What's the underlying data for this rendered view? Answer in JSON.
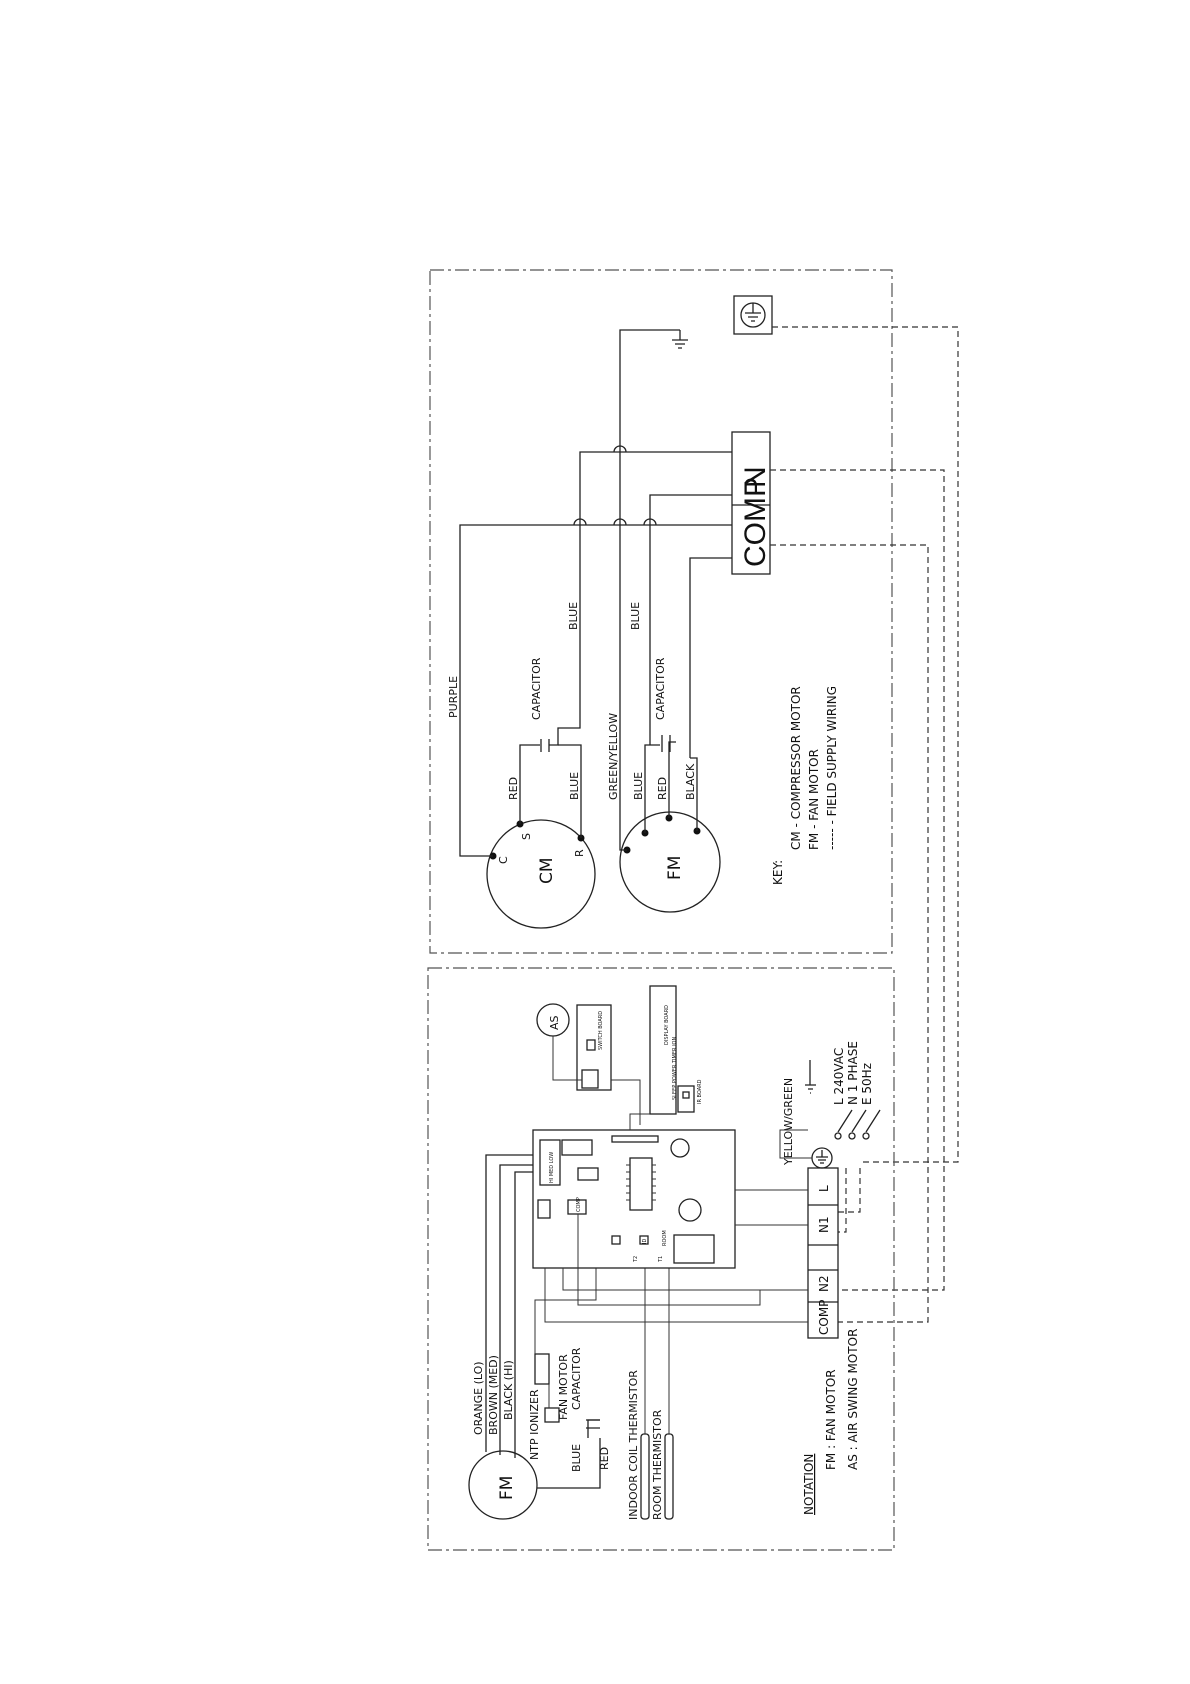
{
  "outdoor": {
    "cm_symbol": "CM",
    "fm_symbol": "FM",
    "terminal_c": "C",
    "terminal_s": "S",
    "terminal_r": "R",
    "wire_purple": "PURPLE",
    "wire_red_cm": "RED",
    "wire_blue_cm": "BLUE",
    "wire_blue_cm_top": "BLUE",
    "capacitor_cm": "CAPACITOR",
    "wire_green_yellow": "GREEN/YELLOW",
    "wire_blue_fm": "BLUE",
    "wire_red_fm": "RED",
    "wire_black_fm": "BLACK",
    "wire_blue_fm_top": "BLUE",
    "capacitor_fm": "CAPACITOR",
    "terminal_comp": "COMP",
    "terminal_n": "N"
  },
  "key": {
    "title": "KEY:",
    "line1": "CM  -  COMPRESSOR MOTOR",
    "line2": "FM  -  FAN MOTOR",
    "line3": "-----  -  FIELD SUPPLY WIRING"
  },
  "indoor": {
    "fm_symbol": "FM",
    "as_symbol": "AS",
    "wire_orange": "ORANGE (LO)",
    "wire_brown": "BROWN (MED)",
    "wire_black": "BLACK (HI)",
    "ntp_ionizer": "NTP IONIZER",
    "fan_motor_capacitor_1": "FAN MOTOR",
    "fan_motor_capacitor_2": "CAPACITOR",
    "wire_blue": "BLUE",
    "wire_red": "RED",
    "indoor_coil_thermistor": "INDOOR COIL THERMISTOR",
    "room_thermistor": "ROOM THERMISTOR",
    "yellow_green": "YELLOW/GREEN",
    "supply_1": "L  240VAC",
    "supply_2": "N  1 PHASE",
    "supply_3": "E  50Hz",
    "terminal_l": "L",
    "terminal_n1": "N1",
    "terminal_n2": "N2",
    "terminal_comp": "COMP",
    "switch_board": "SWITCH BOARD",
    "display_board": "DISPLAY BOARD",
    "display_leds": "SLEEP  POWER  TIMER  ION",
    "ir_board": "IR BOARD",
    "fan_speeds": "HI MED LOW",
    "comp_relay": "COMP",
    "pcb_t2": "T2",
    "pcb_t1": "T1",
    "pcb_room": "ROOM",
    "pcb_id": "ID"
  },
  "notation": {
    "title": "NOTATION",
    "line1": "FM  :  FAN MOTOR",
    "line2": "AS  :  AIR SWING MOTOR"
  }
}
